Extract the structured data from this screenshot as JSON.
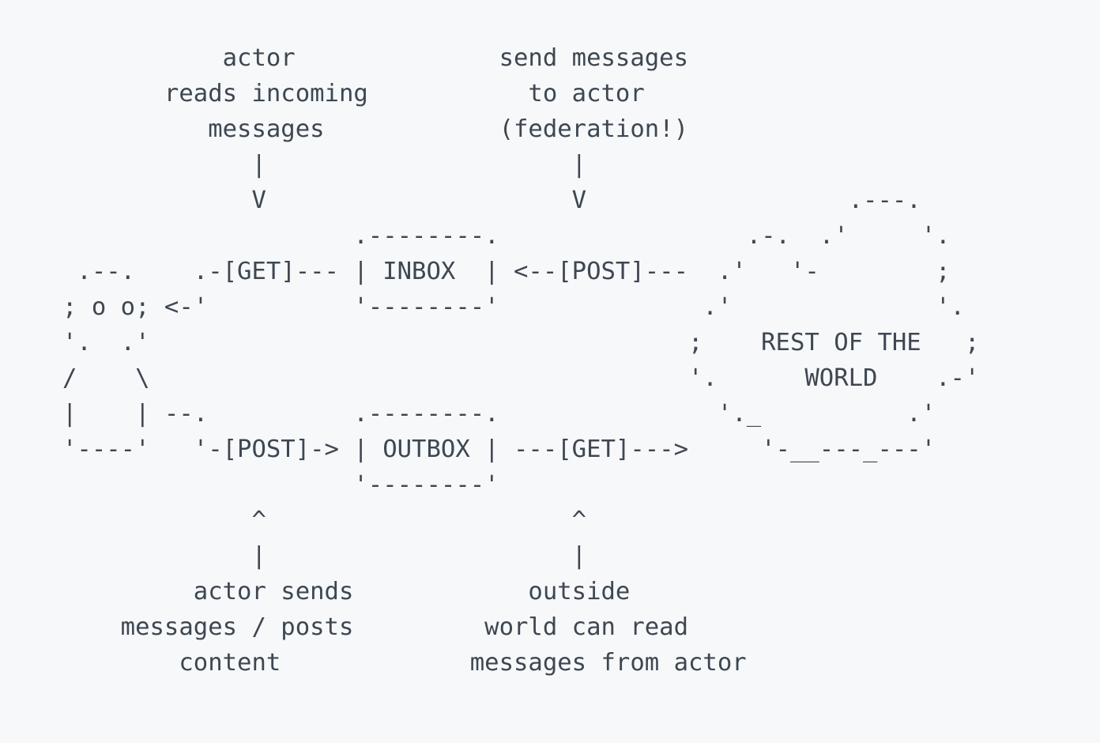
{
  "page": {
    "background_color": "#f6f8fa",
    "text_color": "#3e4751"
  },
  "diagram": {
    "type": "ascii-art",
    "lines": [
      "           actor              send messages",
      "       reads incoming           to actor",
      "          messages            (federation!)",
      "             |                     |",
      "             V                     V                  .---.",
      "                    .--------.                 .-.  .'     '.",
      " .--.    .-[GET]--- | INBOX  | <--[POST]---  .'   '-        ;",
      "; o o; <-'          '--------'              .'              '.",
      "'.  .'                                     ;    REST OF THE   ;",
      "/    \\                                     '.      WORLD    .-'",
      "|    | --.          .--------.               '._          .'",
      "'----'   '-[POST]-> | OUTBOX | ---[GET]--->     '-__---_---'",
      "                    '--------'",
      "             ^                     ^",
      "             |                     |",
      "         actor sends            outside",
      "    messages / posts         world can read",
      "        content             messages from actor"
    ],
    "semantics": {
      "boxes": [
        "INBOX",
        "OUTBOX"
      ],
      "http_actions": [
        "GET",
        "POST",
        "POST",
        "GET"
      ],
      "cloud_label": "REST OF THE WORLD",
      "annotations": [
        "actor reads incoming messages",
        "send messages to actor (federation!)",
        "actor sends messages / posts content",
        "outside world can read messages from actor"
      ]
    }
  }
}
